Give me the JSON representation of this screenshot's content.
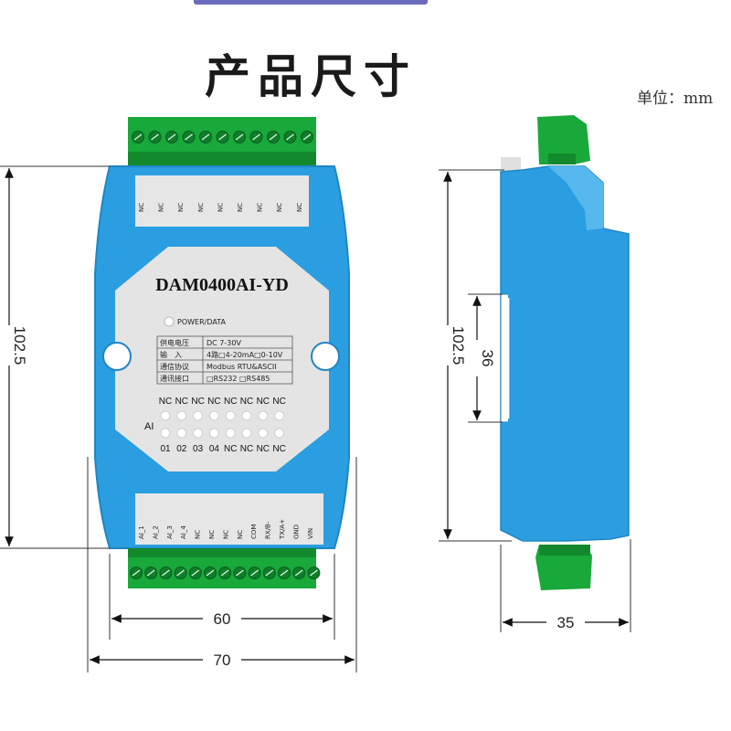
{
  "title": "产品尺寸",
  "unit": "单位：mm",
  "module": {
    "model": "DAM0400AI-YD",
    "led_label": "POWER/DATA",
    "specs": [
      {
        "label": "供电电压",
        "value": "DC 7-30V"
      },
      {
        "label": "输　入",
        "value": "4路□4-20mA□0-10V"
      },
      {
        "label": "通信协议",
        "value": "Modbus RTU&ASCII"
      },
      {
        "label": "通讯接口",
        "value": "□RS232 □RS485"
      }
    ],
    "top_terminals": [
      "NC",
      "NC",
      "NC",
      "NC",
      "NC",
      "NC",
      "NC",
      "NC",
      "NC"
    ],
    "bottom_terminals": [
      "AI_1",
      "AI_2",
      "AI_3",
      "AI_4",
      "NC",
      "NC",
      "NC",
      "NC",
      "COM",
      "RX/B-",
      "TX/A+",
      "GND",
      "VIN"
    ],
    "ai_label": "AI",
    "led_top_labels": [
      "NC",
      "NC",
      "NC",
      "NC",
      "NC",
      "NC",
      "NC",
      "NC"
    ],
    "led_bottom_labels": [
      "01",
      "02",
      "03",
      "04",
      "NC",
      "NC",
      "NC",
      "NC"
    ]
  },
  "dimensions": {
    "height_front": "102.5",
    "width_inner": "60",
    "width_outer": "70",
    "height_side": "102.5",
    "rail": "36",
    "depth": "35"
  },
  "colors": {
    "body": "#2a9ee0",
    "terminal": "#19a83a",
    "label_panel": "#e4e4e4"
  }
}
